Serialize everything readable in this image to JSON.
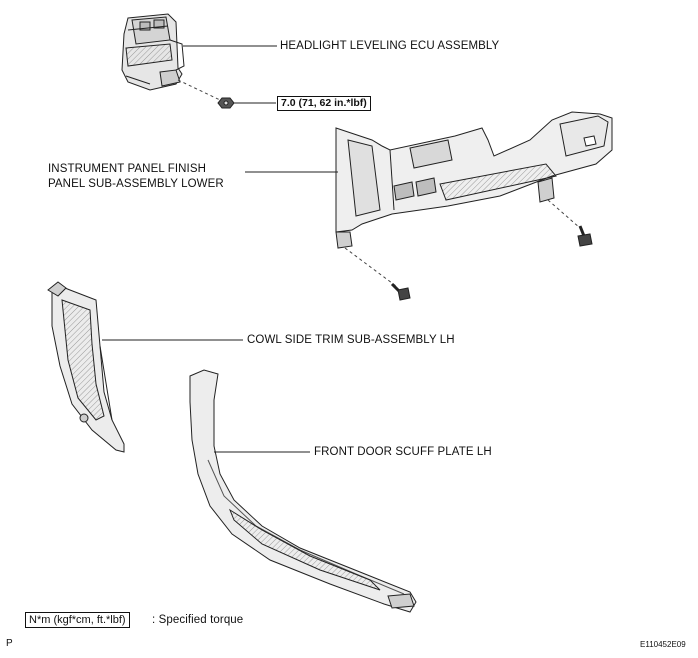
{
  "labels": {
    "headlight_ecu": "HEADLIGHT LEVELING ECU ASSEMBLY",
    "torque_value": "7.0 (71, 62 in.*lbf)",
    "instrument_panel_line1": "INSTRUMENT PANEL FINISH",
    "instrument_panel_line2": "PANEL SUB-ASSEMBLY LOWER",
    "cowl_trim": "COWL SIDE TRIM SUB-ASSEMBLY LH",
    "scuff_plate": "FRONT DOOR SCUFF PLATE LH"
  },
  "legend": {
    "unit_box": "N*m (kgf*cm, ft.*lbf)",
    "description": ": Specified torque"
  },
  "footer": {
    "left_mark": "P",
    "figure_id": "E110452E09"
  }
}
